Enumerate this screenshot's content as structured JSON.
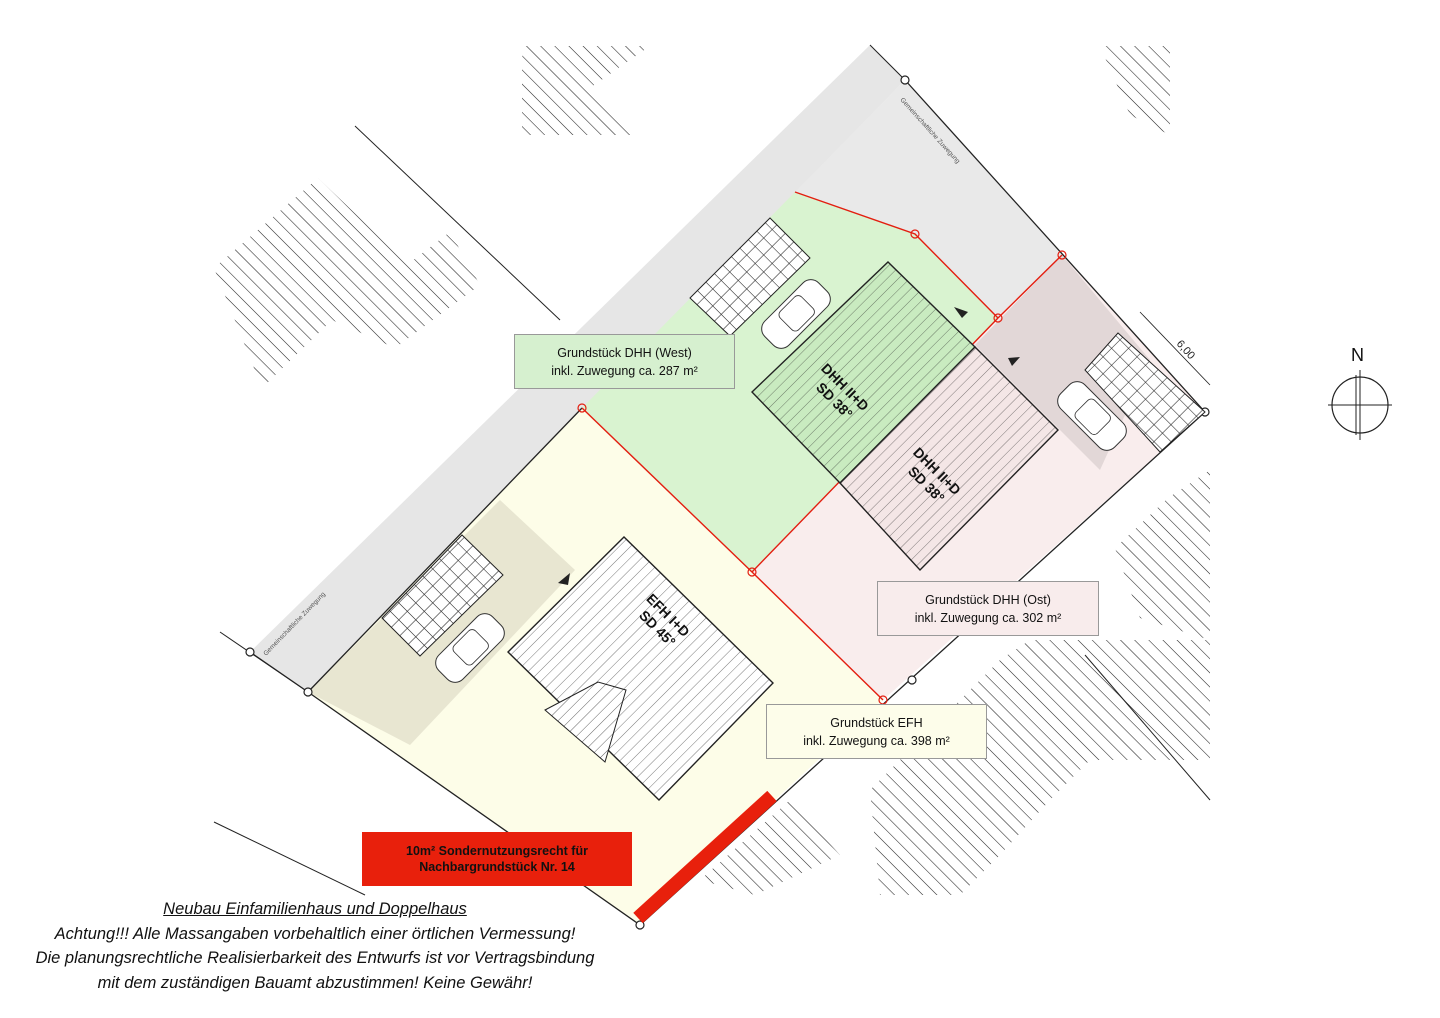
{
  "labels": {
    "west": {
      "line1": "Grundstück DHH (West)",
      "line2": "inkl. Zuwegung ca. 287 m²",
      "bg": "#d6f0cf"
    },
    "ost": {
      "line1": "Grundstück DHH (Ost)",
      "line2": "inkl. Zuwegung ca. 302 m²",
      "bg": "#f8ecec"
    },
    "efh": {
      "line1": "Grundstück EFH",
      "line2": "inkl. Zuwegung ca. 398 m²",
      "bg": "#fdfdea"
    }
  },
  "buildings": {
    "dhh_west": {
      "line1": "DHH  II+D",
      "line2": "SD 38°"
    },
    "dhh_ost": {
      "line1": "DHH  II+D",
      "line2": "SD 38°"
    },
    "efh": {
      "line1": "EFH  I+D",
      "line2": "SD 45°"
    }
  },
  "road_label": "Gemeinschaftliche Zuwegung",
  "dimension": "6,00",
  "north": "N",
  "special_right": {
    "line1": "10m² Sondernutzungsrecht für",
    "line2": "Nachbargrundstück Nr. 14"
  },
  "notes": {
    "title": "Neubau Einfamilienhaus und Doppelhaus",
    "line1": "Achtung!!! Alle Massangaben vorbehaltlich einer örtlichen Vermessung!",
    "line2": "Die planungsrechtliche Realisierbarkeit des Entwurfs ist vor Vertragsbindung",
    "line3": "mit dem zuständigen Bauamt abzustimmen! Keine Gewähr!"
  },
  "colors": {
    "west_fill": "#d9f3d0",
    "ost_fill": "#f9eded",
    "efh_fill": "#fdfde8",
    "road_fill": "#e6e6e6",
    "boundary_red": "#e31e10",
    "special_red": "#e8200c"
  }
}
